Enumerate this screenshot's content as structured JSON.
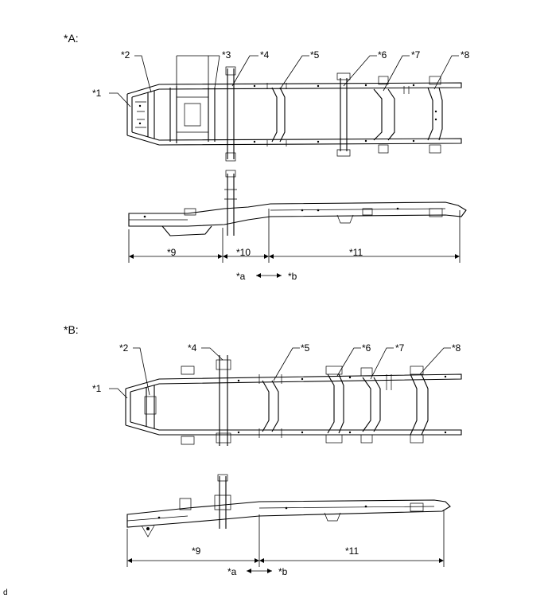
{
  "sections": {
    "a": "*A:",
    "b": "*B:"
  },
  "callouts": {
    "c1": "*1",
    "c2": "*2",
    "c3": "*3",
    "c4": "*4",
    "c5": "*5",
    "c6": "*6",
    "c7": "*7",
    "c8": "*8"
  },
  "dimensions": {
    "d9": "*9",
    "d10": "*10",
    "d11": "*11"
  },
  "directions": {
    "a": "*a",
    "b": "*b"
  },
  "corner_mark": "d"
}
